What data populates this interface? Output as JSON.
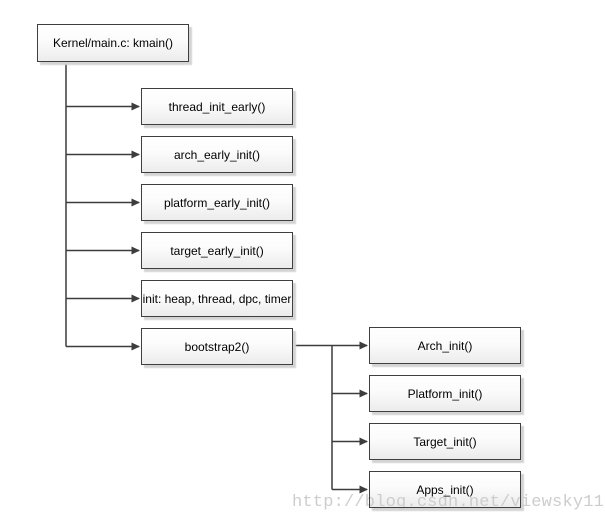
{
  "diagram": {
    "root": {
      "label": "Kernel/main.c: kmain()"
    },
    "level1": [
      {
        "label": "thread_init_early()"
      },
      {
        "label": "arch_early_init()"
      },
      {
        "label": "platform_early_init()"
      },
      {
        "label": "target_early_init()"
      },
      {
        "label": "init: heap, thread, dpc, timer"
      },
      {
        "label": "bootstrap2()"
      }
    ],
    "level2": [
      {
        "label": "Arch_init()"
      },
      {
        "label": "Platform_init()"
      },
      {
        "label": "Target_init()"
      },
      {
        "label": "Apps_init()"
      }
    ],
    "watermark": "http://blog.csdn.net/viewsky11"
  },
  "colors": {
    "background": "#ffffff",
    "box_border": "#3f3f3f",
    "box_fill_top": "#ffffff",
    "box_fill_bottom": "#ececec",
    "box_shadow": "#d4d4d4",
    "connector_line": "#3d3d3d",
    "label_text": "#000000",
    "watermark_text": "#cdcdcd"
  }
}
